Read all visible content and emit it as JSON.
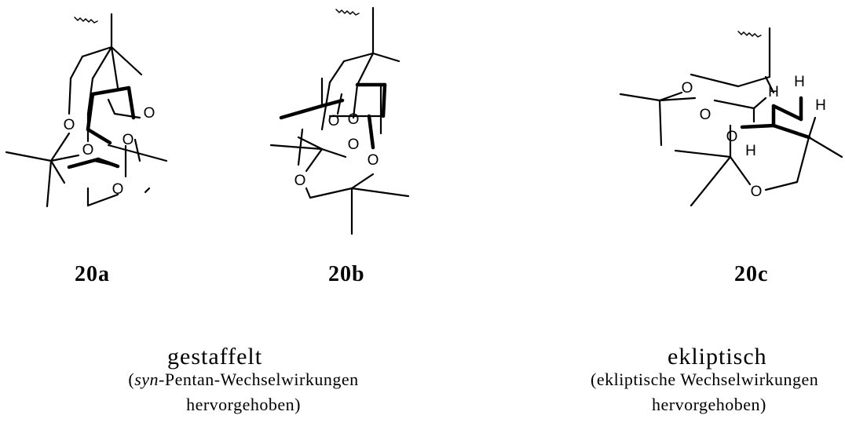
{
  "structures": [
    {
      "id": "20a",
      "label": "20a"
    },
    {
      "id": "20b",
      "label": "20b"
    },
    {
      "id": "20c",
      "label": "20c"
    }
  ],
  "atoms": {
    "oxygen": "O",
    "hydrogen": "H"
  },
  "groups": [
    {
      "heading": "gestaffelt",
      "note_italic": "syn",
      "note_line1": "-Pentan-Wechselwirkungen",
      "note_line2": "hervorgehoben)"
    },
    {
      "heading": "ekliptisch",
      "note_line1": "(ekliptische Wechselwirkungen",
      "note_line2": "hervorgehoben)"
    }
  ]
}
